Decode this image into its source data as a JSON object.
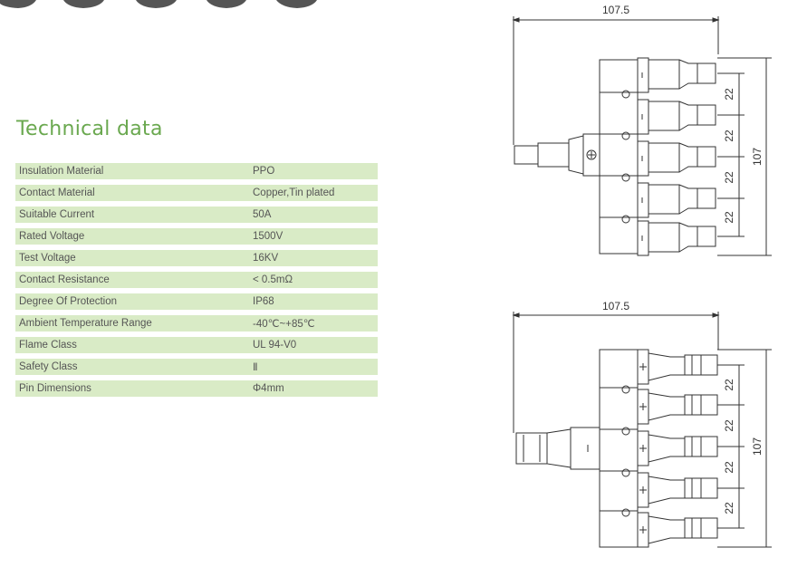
{
  "section_title": "Technical data",
  "specs": [
    {
      "label": "Insulation Material",
      "value": "PPO"
    },
    {
      "label": "Contact Material",
      "value": "Copper,Tin plated"
    },
    {
      "label": "Suitable Current",
      "value": "50A"
    },
    {
      "label": "Rated Voltage",
      "value": "1500V"
    },
    {
      "label": "Test Voltage",
      "value": "16KV"
    },
    {
      "label": "Contact Resistance",
      "value": "< 0.5mΩ"
    },
    {
      "label": "Degree Of Protection",
      "value": "IP68"
    },
    {
      "label": "Ambient Temperature Range",
      "value": "-40℃~+85℃"
    },
    {
      "label": "Flame Class",
      "value": "UL 94-V0"
    },
    {
      "label": "Safety Class",
      "value": "Ⅱ"
    },
    {
      "label": "Pin Dimensions",
      "value": "Φ4mm"
    }
  ],
  "diagrams": [
    {
      "width_label": "107.5",
      "height_label": "107",
      "pitch_labels": [
        "22",
        "22",
        "22",
        "22"
      ]
    },
    {
      "width_label": "107.5",
      "height_label": "107",
      "pitch_labels": [
        "22",
        "22",
        "22",
        "22"
      ]
    }
  ],
  "colors": {
    "title": "#6aa84f",
    "row_bg": "#d9ebc6",
    "row_text": "#555555",
    "line": "#333333"
  }
}
